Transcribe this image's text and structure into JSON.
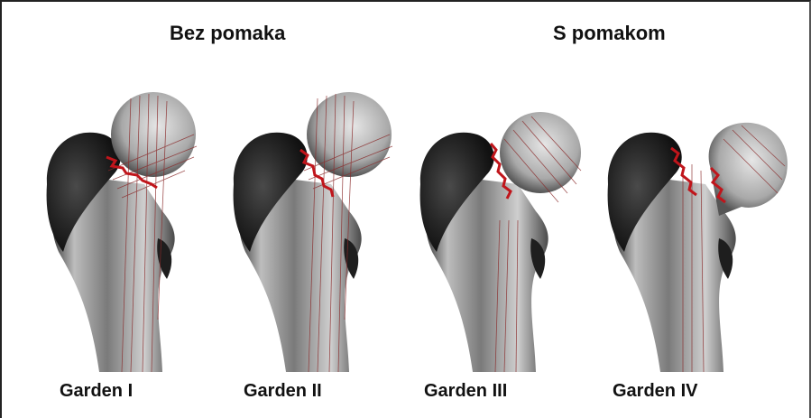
{
  "groups": {
    "undisplaced": "Bez pomaka",
    "displaced": "S pomakom"
  },
  "panels": [
    {
      "label": "Garden I"
    },
    {
      "label": "Garden II"
    },
    {
      "label": "Garden III"
    },
    {
      "label": "Garden IV"
    }
  ],
  "colors": {
    "fracture_line": "#c0151b",
    "trabecular_line": "#8a2a2a",
    "bone_dark": "#2b2b2b",
    "bone_light": "#d9d9d9"
  }
}
